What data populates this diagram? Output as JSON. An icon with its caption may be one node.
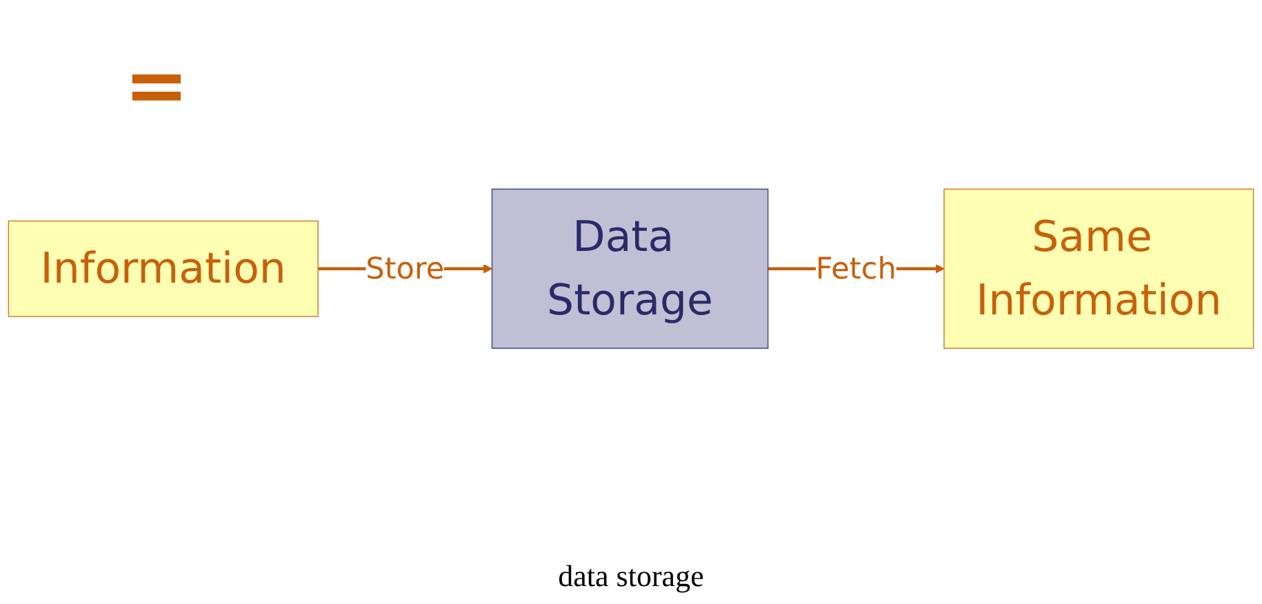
{
  "diagram": {
    "caption": "data storage",
    "nodes": [
      {
        "text": [
          "Information"
        ]
      },
      {
        "text": [
          "Data Storage"
        ]
      },
      {
        "text": [
          "Same Information"
        ]
      }
    ],
    "edges": [
      {
        "from": 0,
        "to": 1,
        "arrow": "to",
        "label": "Store"
      },
      {
        "from": 1,
        "to": 2,
        "arrow": "to",
        "label": "Fetch"
      }
    ],
    "labels": [
      "="
    ]
  }
}
